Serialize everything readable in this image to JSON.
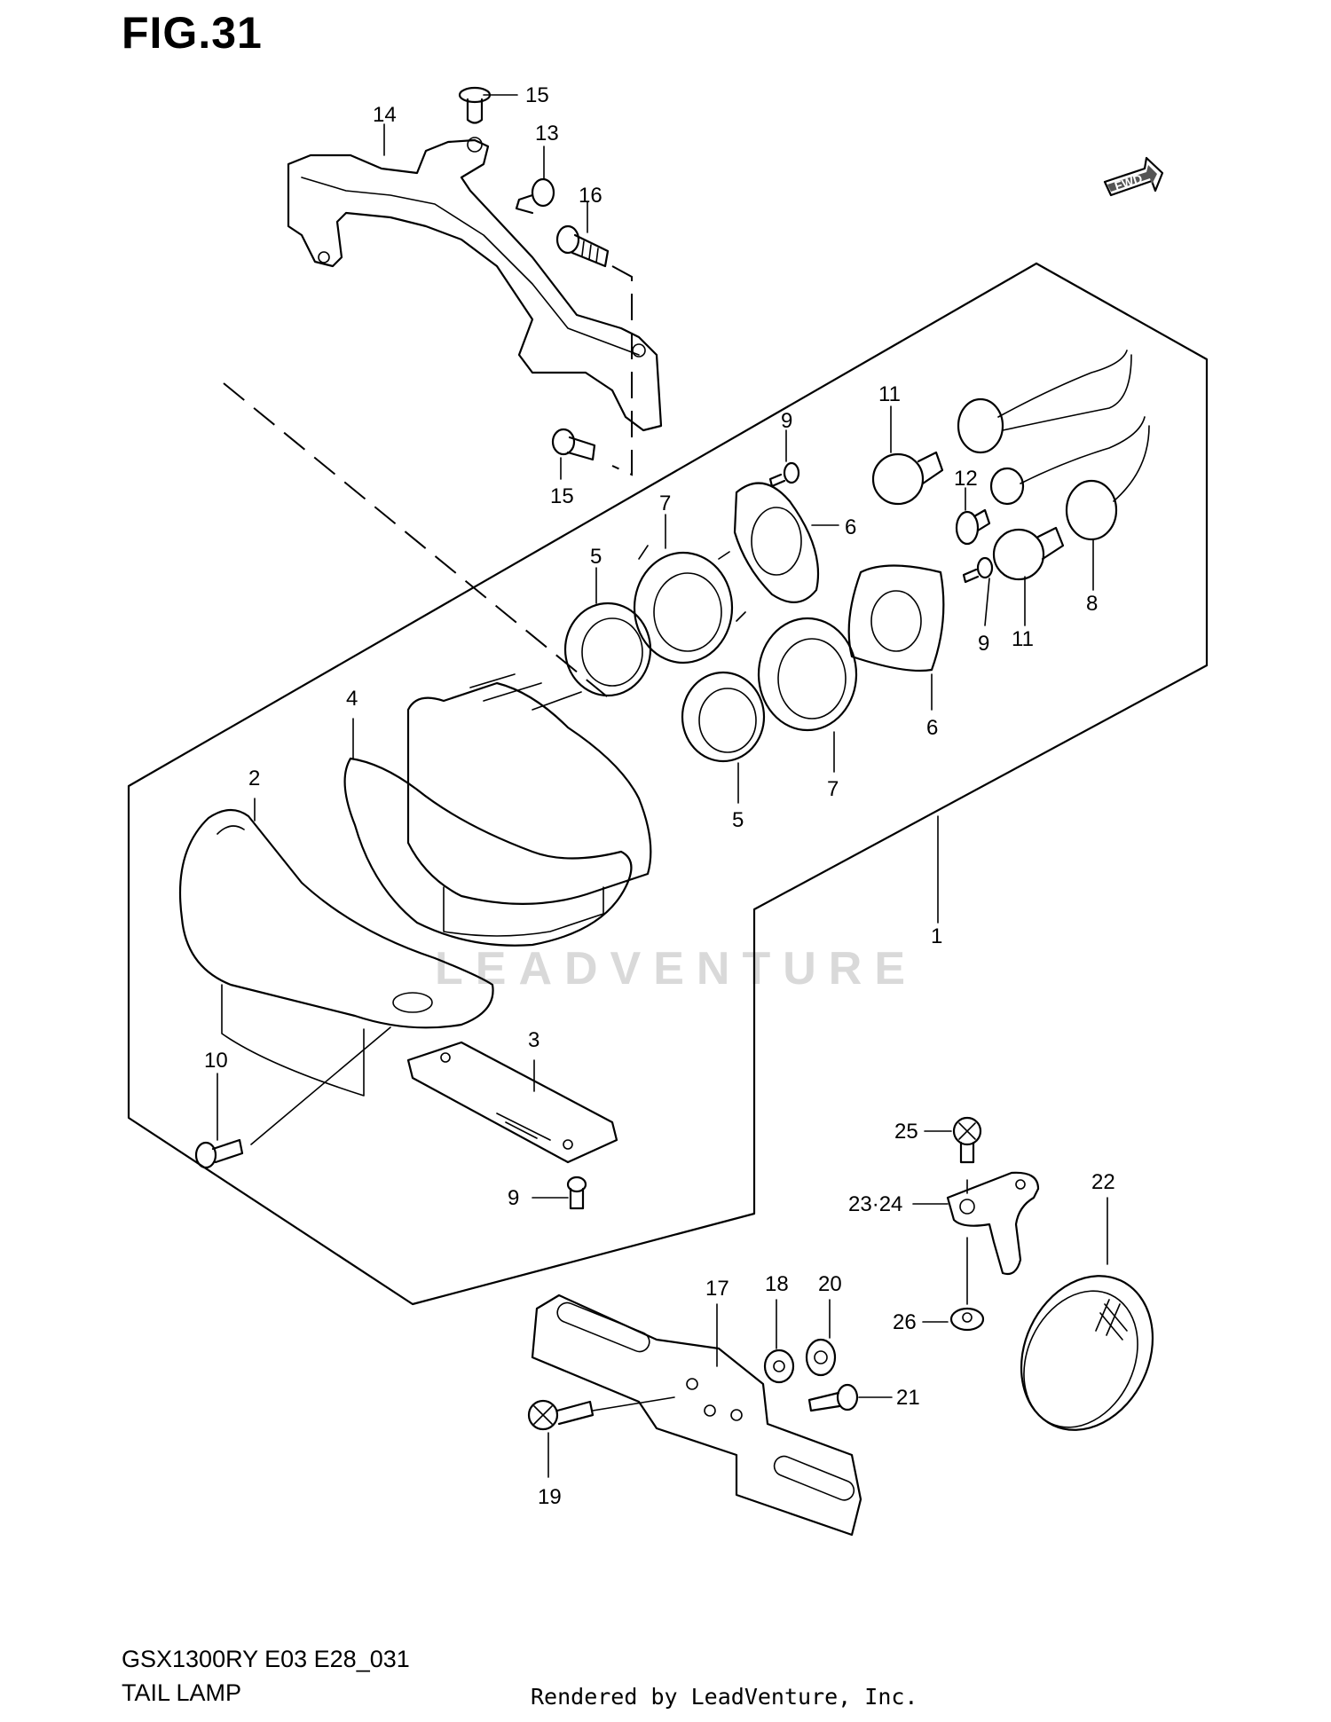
{
  "figure": {
    "title": "FIG.31",
    "model_code": "GSX1300RY E03 E28_031",
    "diagram_title": "TAIL LAMP",
    "footer": "Rendered by LeadVenture, Inc.",
    "watermark": "LEADVENTURE",
    "fwd_label": "FWD"
  },
  "callouts": {
    "c1": "1",
    "c2": "2",
    "c3": "3",
    "c4": "4",
    "c5a": "5",
    "c5b": "5",
    "c6a": "6",
    "c6b": "6",
    "c7a": "7",
    "c7b": "7",
    "c8": "8",
    "c9a": "9",
    "c9b": "9",
    "c9c": "9",
    "c10": "10",
    "c11a": "11",
    "c11b": "11",
    "c12": "12",
    "c13": "13",
    "c14": "14",
    "c15a": "15",
    "c15b": "15",
    "c16": "16",
    "c17": "17",
    "c18": "18",
    "c19": "19",
    "c20": "20",
    "c21": "21",
    "c22": "22",
    "c2324": "23·24",
    "c25": "25",
    "c26": "26"
  }
}
